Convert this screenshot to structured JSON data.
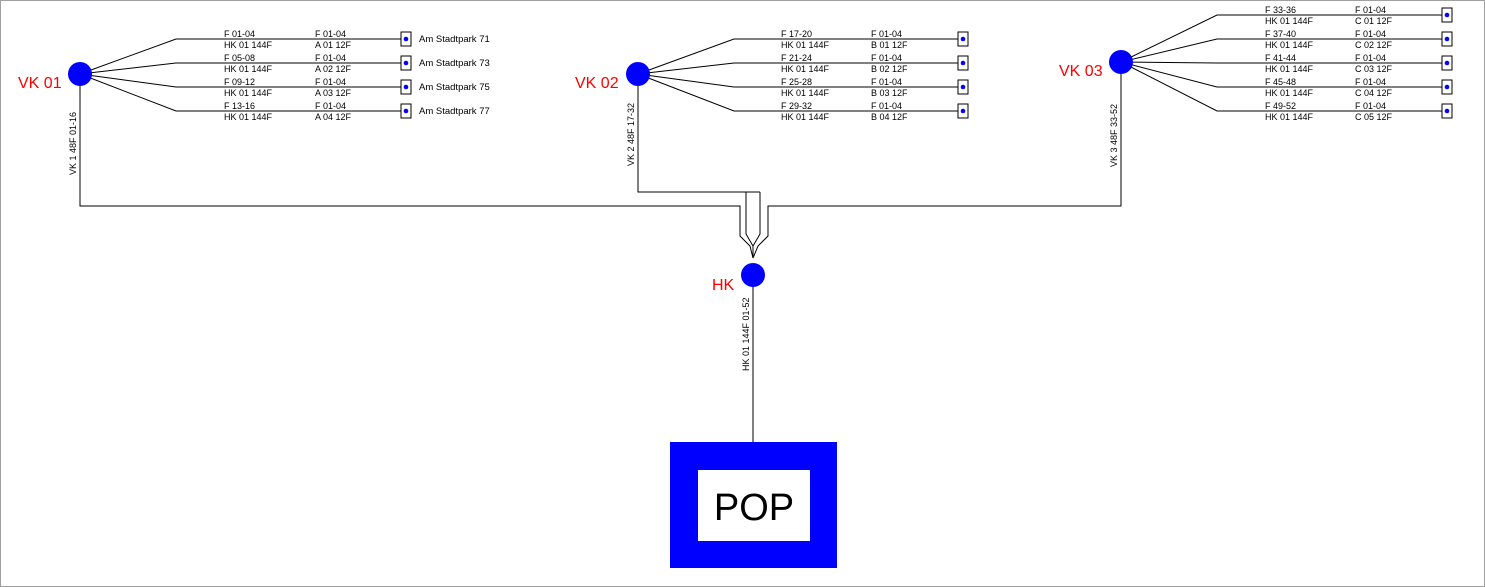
{
  "colors": {
    "node_fill": "#0000ff",
    "node_label": "#ff0000",
    "line": "#000000",
    "pop_frame": "#0000ff",
    "pop_inner": "#ffffff"
  },
  "hk": {
    "label": "HK",
    "cable_label": "HK 01 144F 01-52"
  },
  "pop": {
    "label": "POP"
  },
  "vks": [
    {
      "label": "VK 01",
      "cable_label": "VK 1 48F 01-16",
      "branches": [
        {
          "fibers": "F 01-04",
          "hk": "HK 01 144F",
          "port": "F 01-04",
          "term": "A 01 12F",
          "address": "Am Stadtpark 71"
        },
        {
          "fibers": "F 05-08",
          "hk": "HK 01 144F",
          "port": "F 01-04",
          "term": "A 02 12F",
          "address": "Am Stadtpark 73"
        },
        {
          "fibers": "F 09-12",
          "hk": "HK 01 144F",
          "port": "F 01-04",
          "term": "A 03 12F",
          "address": "Am Stadtpark 75"
        },
        {
          "fibers": "F 13-16",
          "hk": "HK 01 144F",
          "port": "F 01-04",
          "term": "A 04 12F",
          "address": "Am Stadtpark 77"
        }
      ]
    },
    {
      "label": "VK 02",
      "cable_label": "VK 2 48F 17-32",
      "branches": [
        {
          "fibers": "F 17-20",
          "hk": "HK 01 144F",
          "port": "F 01-04",
          "term": "B 01 12F"
        },
        {
          "fibers": "F 21-24",
          "hk": "HK 01 144F",
          "port": "F 01-04",
          "term": "B 02 12F"
        },
        {
          "fibers": "F 25-28",
          "hk": "HK 01 144F",
          "port": "F 01-04",
          "term": "B 03 12F"
        },
        {
          "fibers": "F 29-32",
          "hk": "HK 01 144F",
          "port": "F 01-04",
          "term": "B 04 12F"
        }
      ]
    },
    {
      "label": "VK 03",
      "cable_label": "VK 3 48F 33-52",
      "branches": [
        {
          "fibers": "F 33-36",
          "hk": "HK 01 144F",
          "port": "F 01-04",
          "term": "C 01 12F"
        },
        {
          "fibers": "F 37-40",
          "hk": "HK 01 144F",
          "port": "F 01-04",
          "term": "C 02 12F"
        },
        {
          "fibers": "F 41-44",
          "hk": "HK 01 144F",
          "port": "F 01-04",
          "term": "C 03 12F"
        },
        {
          "fibers": "F 45-48",
          "hk": "HK 01 144F",
          "port": "F 01-04",
          "term": "C 04 12F"
        },
        {
          "fibers": "F 49-52",
          "hk": "HK 01 144F",
          "port": "F 01-04",
          "term": "C 05 12F"
        }
      ]
    }
  ]
}
